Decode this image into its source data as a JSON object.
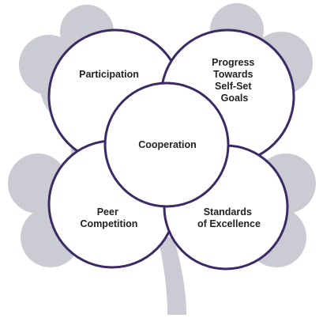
{
  "colors": {
    "background": "#ffffff",
    "clover_fill": "#cbcbd3",
    "circle_fill": "#ffffff",
    "circle_stroke": "#3c2a66"
  },
  "circles": {
    "participation": {
      "lines": [
        "Participation"
      ]
    },
    "progress": {
      "lines": [
        "Progress",
        "Towards",
        "Self-Set",
        "Goals"
      ]
    },
    "peer": {
      "lines": [
        "Peer",
        "Competition"
      ]
    },
    "standards": {
      "lines": [
        "Standards",
        "of Excellence"
      ]
    },
    "cooperation": {
      "lines": [
        "Cooperation"
      ]
    }
  }
}
